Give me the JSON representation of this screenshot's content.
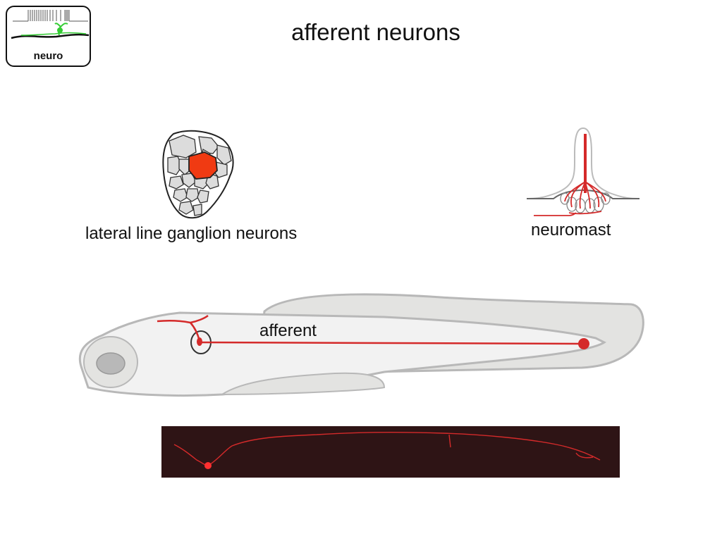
{
  "slide": {
    "title": "afferent neurons",
    "logo_text": "neuro"
  },
  "labels": {
    "ganglion": "lateral line ganglion neurons",
    "neuromast": "neuromast",
    "afferent": "afferent"
  },
  "colors": {
    "neuron_red": "#d42a2a",
    "highlight_cell": "#f03a12",
    "fish_fill": "#e3e3e1",
    "fish_outline": "#b8b8b8",
    "micrograph_bg": "#2e1415",
    "logo_green": "#33cc33"
  }
}
